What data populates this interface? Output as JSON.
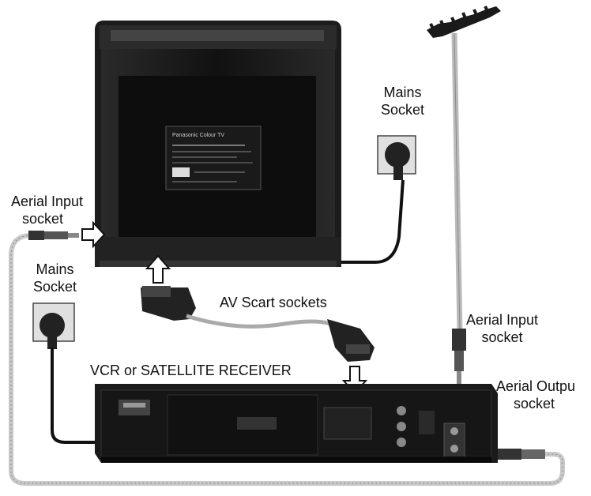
{
  "labels": {
    "mains_socket_top": [
      "Mains",
      "Socket"
    ],
    "aerial_input_tv": [
      "Aerial Input",
      "socket"
    ],
    "mains_socket_left": [
      "Mains",
      "Socket"
    ],
    "av_scart": "AV Scart sockets",
    "aerial_input_vcr": [
      "Aerial Input",
      "socket"
    ],
    "vcr_title": "VCR or SATELLITE RECEIVER",
    "aerial_output": [
      "Aerial Outpu",
      "socket"
    ]
  },
  "tv_plate": {
    "brand": "Panasonic Colour TV"
  }
}
